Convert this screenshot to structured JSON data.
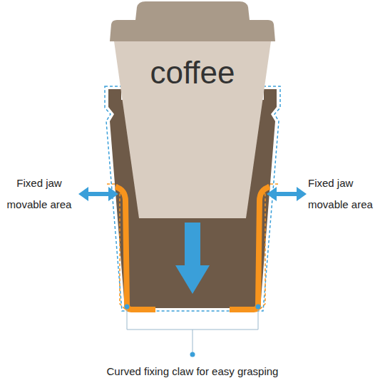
{
  "diagram": {
    "nodes": [
      {
        "text": [
          "coffee"
        ]
      }
    ],
    "labels": [
      "Fixed jaw movable area",
      "Fixed jaw movable area",
      "Curved fixing claw for easy grasping"
    ]
  }
}
